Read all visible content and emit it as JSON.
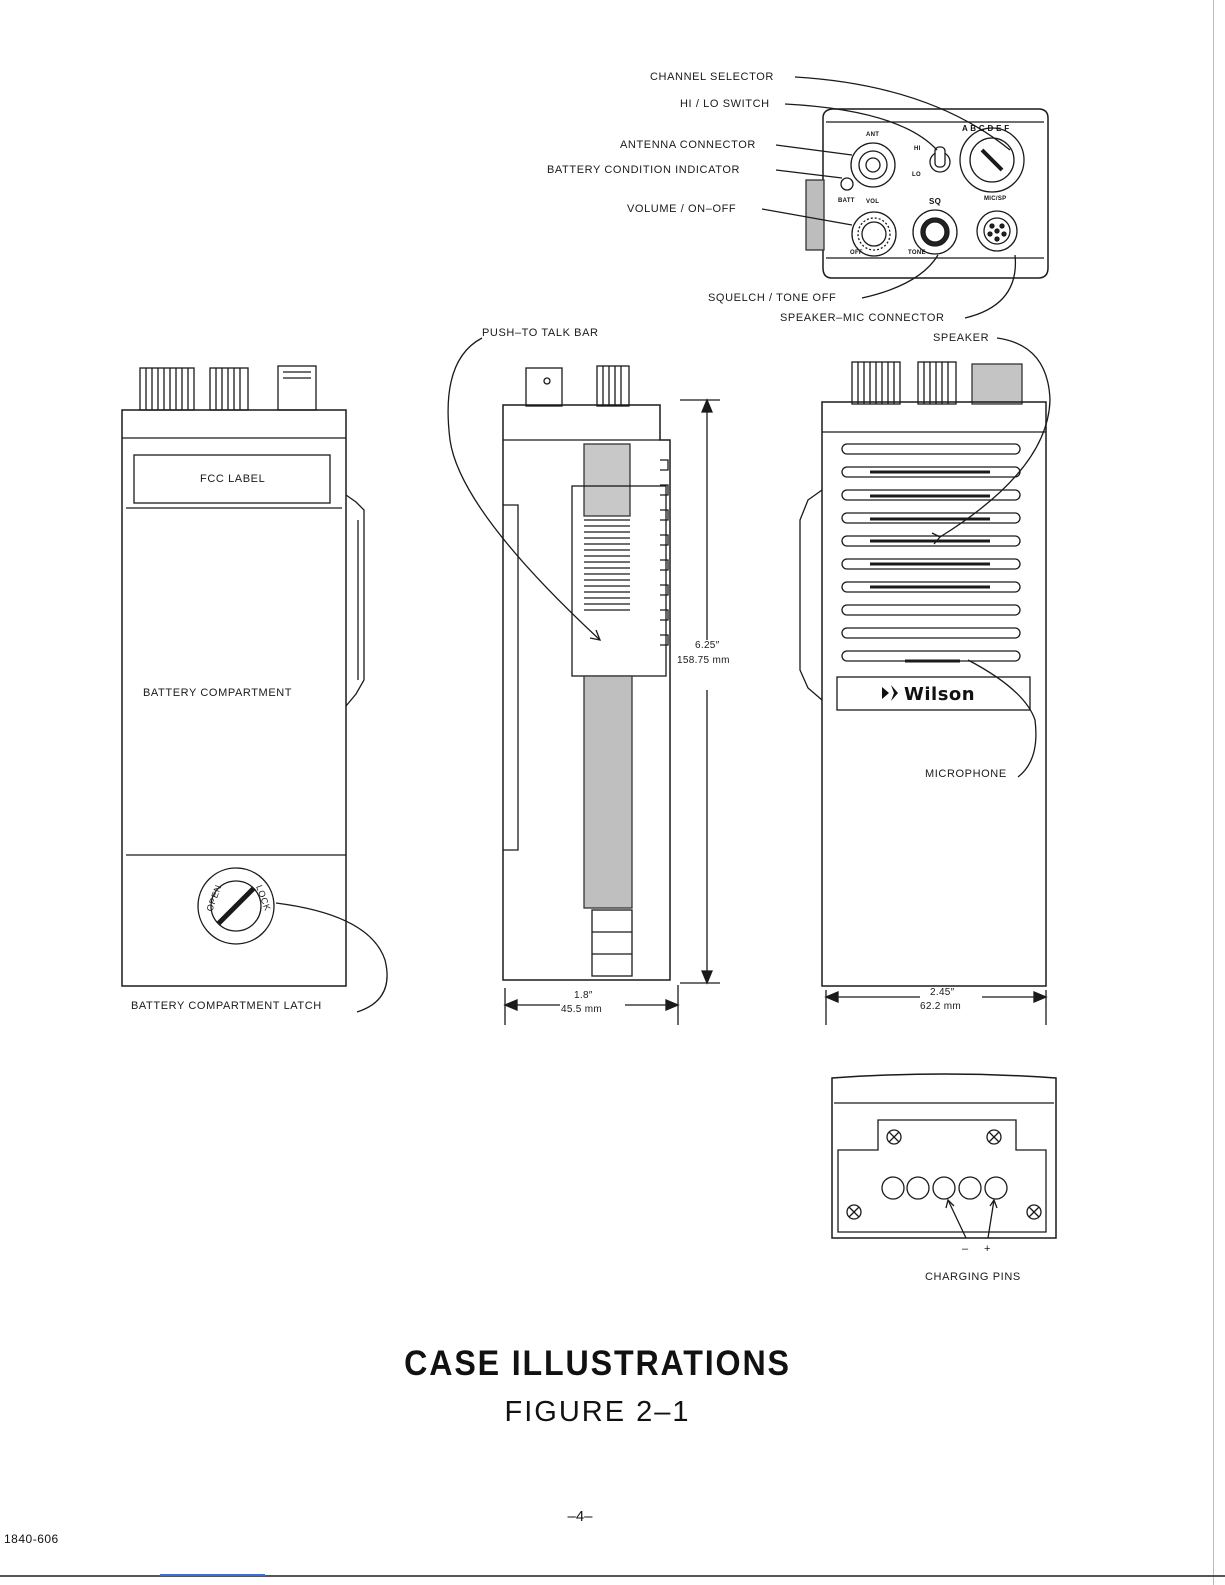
{
  "labels": {
    "channel_selector": "CHANNEL SELECTOR",
    "hi_lo_switch": "HI / LO SWITCH",
    "antenna_connector": "ANTENNA CONNECTOR",
    "battery_condition_indicator": "BATTERY CONDITION INDICATOR",
    "volume_on_off": "VOLUME / ON–OFF",
    "squelch_tone_off": "SQUELCH / TONE OFF",
    "speaker_mic_connector": "SPEAKER–MIC CONNECTOR",
    "push_to_talk_bar": "PUSH–TO TALK BAR",
    "speaker": "SPEAKER",
    "fcc_label": "FCC LABEL",
    "battery_compartment": "BATTERY COMPARTMENT",
    "battery_compartment_latch": "BATTERY COMPARTMENT LATCH",
    "microphone": "MICROPHONE",
    "charging_pins": "CHARGING PINS",
    "latch_open": "OPEN",
    "latch_lock": "LOCK",
    "pin_minus": "–",
    "pin_plus": "+"
  },
  "panel_markings": {
    "ant": "ANT",
    "hi": "HI",
    "lo": "LO",
    "batt": "BATT",
    "vol": "VOL",
    "off": "OFF",
    "sq": "SQ",
    "tone": "TONE",
    "mic_sp": "MIC/SP",
    "channels": "A B C D E F"
  },
  "dimensions": {
    "height_in": "6.25″",
    "height_mm": "158.75 mm",
    "depth_in": "1.8″",
    "depth_mm": "45.5 mm",
    "width_in": "2.45″",
    "width_mm": "62.2 mm"
  },
  "brand": "Wilson",
  "caption": {
    "title": "CASE ILLUSTRATIONS",
    "subtitle": "FIGURE 2–1"
  },
  "page_number": "–4–",
  "document_number": "1840-606"
}
